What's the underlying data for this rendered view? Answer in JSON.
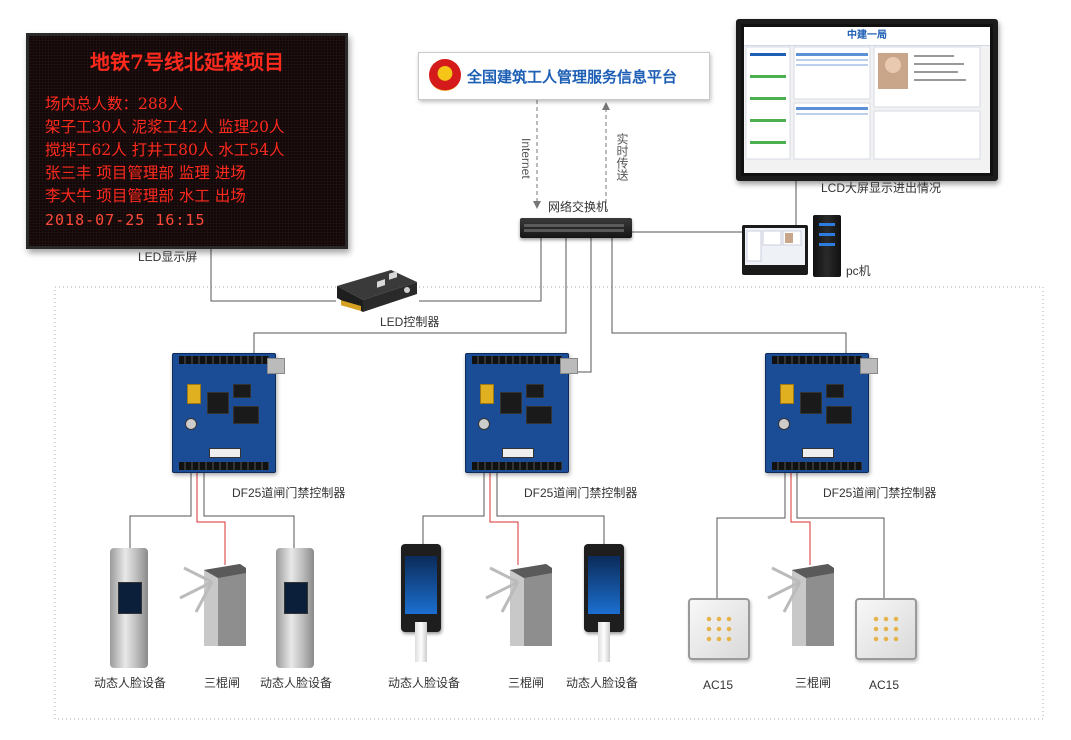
{
  "led_screen": {
    "title": "地铁7号线北延楼项目",
    "lines": [
      "场内总人数：288人",
      "架子工30人 泥浆工42人 监理20人",
      "搅拌工62人 打井工80人 水工54人",
      "张三丰 项目管理部 监理 进场",
      "李大牛 项目管理部 水工 出场"
    ],
    "datetime": "2018-07-25  16:15",
    "caption": "LED显示屏"
  },
  "platform": {
    "name": "全国建筑工人管理服务信息平台"
  },
  "links": {
    "internet": "Internet",
    "realtime": "实时传送"
  },
  "lcd": {
    "header": "中建一局",
    "caption": "LCD大屏显示进出情况"
  },
  "switch": {
    "label": "网络交换机"
  },
  "pc": {
    "label": "pc机"
  },
  "led_controller": {
    "label": "LED控制器"
  },
  "groups": [
    {
      "controller_label": "DF25道闸门禁控制器",
      "devices": [
        "动态人脸设备",
        "三棍闸",
        "动态人脸设备"
      ]
    },
    {
      "controller_label": "DF25道闸门禁控制器",
      "devices": [
        "动态人脸设备",
        "三棍闸",
        "动态人脸设备"
      ]
    },
    {
      "controller_label": "DF25道闸门禁控制器",
      "devices": [
        "AC15",
        "三棍闸",
        "AC15"
      ]
    }
  ],
  "colors": {
    "led_text": "#ff2a1e",
    "platform_text": "#1d5fb5",
    "power_line": "#d93030",
    "data_line": "#555555"
  }
}
